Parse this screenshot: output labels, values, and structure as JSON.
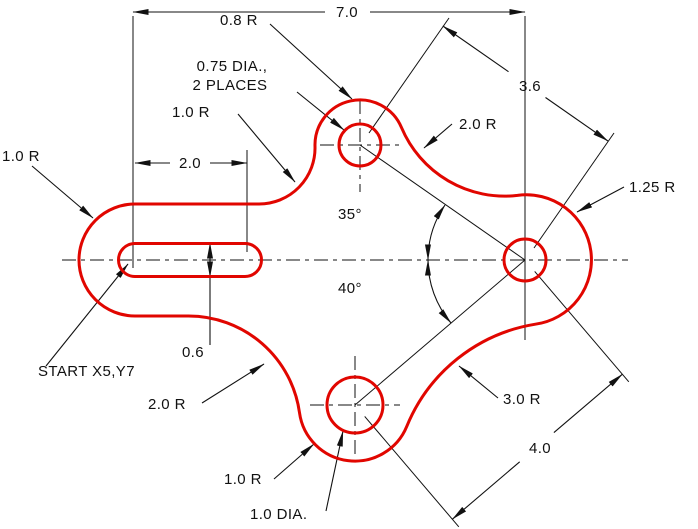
{
  "colors": {
    "outline": "#e10600",
    "dimension_lines": "#111111",
    "background": "#ffffff"
  },
  "labels": {
    "overall_width": "7.0",
    "top_lobe_radius": "0.8 R",
    "diag_top_right": "3.6",
    "hole_note_line1": "0.75 DIA.,",
    "hole_note_line2": "2 PLACES",
    "fillet_top_left": "1.0 R",
    "fillet_top_right": "2.0 R",
    "right_lobe_radius": "1.25 R",
    "left_lobe_radius": "1.0 R",
    "slot_length": "2.0",
    "angle_upper": "35°",
    "angle_lower": "40°",
    "slot_width": "0.6",
    "start_note": "START X5,Y7",
    "fillet_bottom_left": "2.0 R",
    "fillet_bottom_right": "3.0 R",
    "diag_bottom_right": "4.0",
    "bottom_lobe_radius": "1.0 R",
    "bottom_hole_dia": "1.0 DIA."
  }
}
